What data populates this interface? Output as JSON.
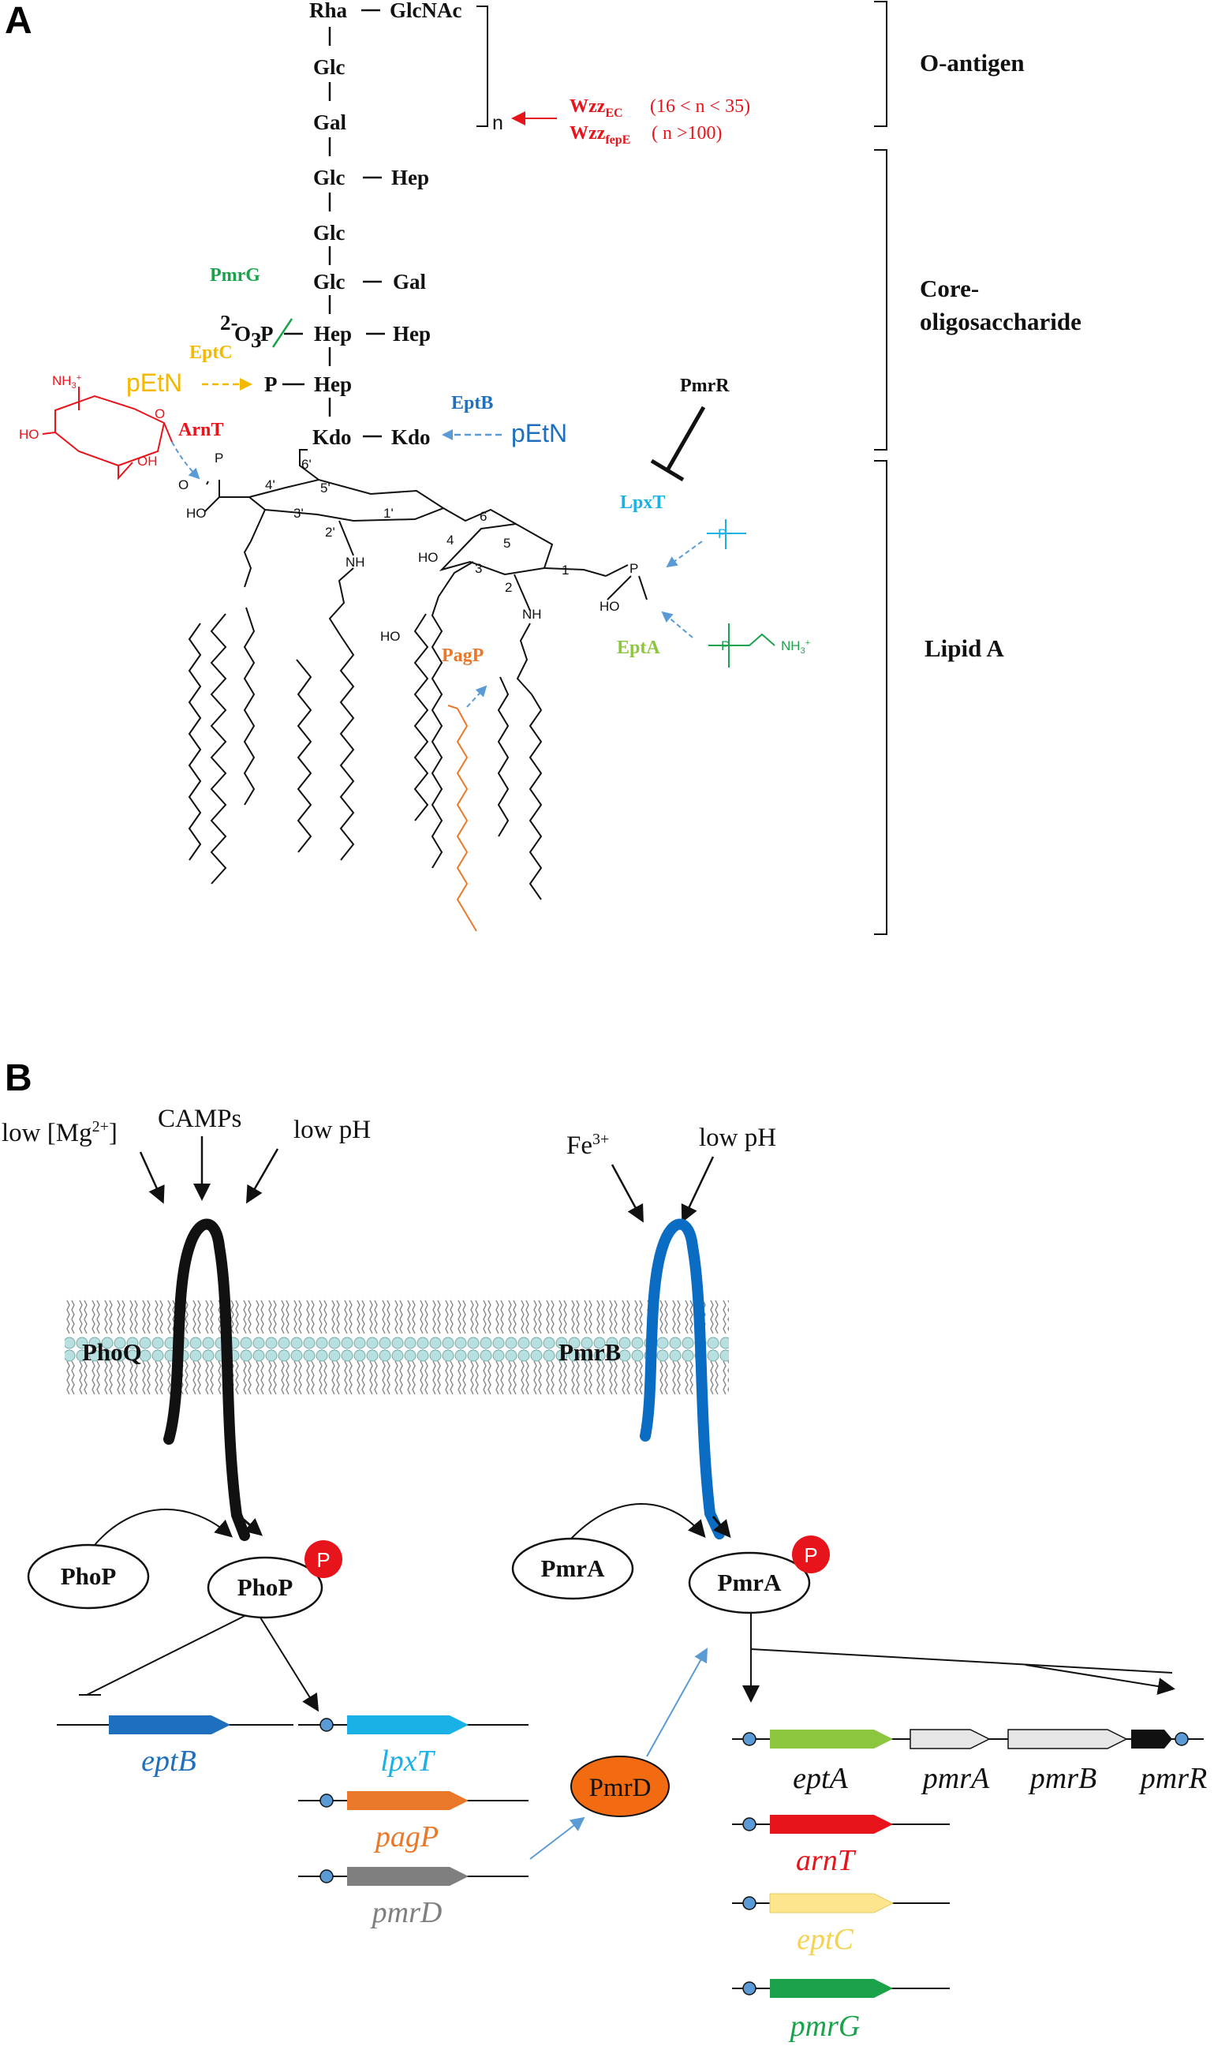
{
  "panel_a": {
    "letter": "A",
    "sugars": {
      "rha": "Rha",
      "glcnac": "GlcNAc",
      "glc1": "Glc",
      "gal1": "Gal",
      "glc2": "Glc",
      "hep1": "Hep",
      "glc3": "Glc",
      "glc4": "Glc",
      "gal2": "Gal",
      "hep2": "Hep",
      "hep3": "Hep",
      "hep4": "Hep",
      "kdo1": "Kdo",
      "kdo2": "Kdo",
      "n": "n",
      "phosphate": "P",
      "o3p": "O",
      "o3p_sub": "3",
      "o3p_p": "P",
      "o3p_charge": "2-"
    },
    "wzz": {
      "line1_main": "Wzz",
      "line1_sub": "EC",
      "line1_range": "(16 < n < 35)",
      "line2_main": "Wzz",
      "line2_sub": "fepE",
      "line2_range": "( n >100)"
    },
    "regions": {
      "oantigen": "O-antigen",
      "core_line1": "Core-",
      "core_line2": "oligosaccharide",
      "lipida": "Lipid A"
    },
    "enzymes": {
      "pmrg": "PmrG",
      "eptc": "EptC",
      "arnt": "ArnT",
      "eptb": "EptB",
      "pmrr": "PmrR",
      "lpxt": "LpxT",
      "epta": "EptA",
      "pagp": "PagP",
      "petn_left": "pEtN",
      "petn_right": "pEtN"
    },
    "chem_labels": {
      "nh3": "NH",
      "nh3_sub": "3",
      "nh3_sup": "+",
      "ho": "HO",
      "oh": "OH",
      "o": "O",
      "p": "P",
      "o_minus": "O",
      "minus": "-",
      "nh": "NH",
      "nh3_amine": "NH",
      "nh3_amine_sub": "3",
      "nh3_amine_sup": "+",
      "pos6p": "6'",
      "pos4p": "4'",
      "pos5p": "5'",
      "pos3p": "3'",
      "pos2p": "2'",
      "pos1p": "1'",
      "pos6": "6",
      "pos4": "4",
      "pos5": "5",
      "pos3": "3",
      "pos2": "2",
      "pos1": "1"
    }
  },
  "panel_b": {
    "letter": "B",
    "stimuli": {
      "low_mg_pre": "low [Mg",
      "low_mg_sup": "2+",
      "low_mg_post": "]",
      "camps": "CAMPs",
      "low_ph_1": "low pH",
      "fe": "Fe",
      "fe_sup": "3+",
      "low_ph_2": "low pH"
    },
    "proteins": {
      "phoq": "PhoQ",
      "pmrb": "PmrB",
      "phop": "PhoP",
      "phop_p": "PhoP",
      "pmra": "PmrA",
      "pmra_p": "PmrA",
      "pmrd": "PmrD",
      "phospho": "P"
    },
    "genes": {
      "eptb": "eptB",
      "lpxt": "lpxT",
      "pagp": "pagP",
      "pmrd": "pmrD",
      "epta": "eptA",
      "pmra": "pmrA",
      "pmrb": "pmrB",
      "pmrr": "pmrR",
      "arnt": "arnT",
      "eptc": "eptC",
      "pmrg": "pmrG"
    }
  },
  "colors": {
    "red": "#e8141b",
    "green_pmrg": "#1aa34a",
    "yellow": "#f5b800",
    "blue_eptb": "#1f6fbf",
    "cyan_lpxt": "#1ab1e6",
    "green_epta": "#8cc63e",
    "orange": "#e9782a",
    "gray": "#7f7f7f",
    "pmrb_blue": "#0a6cc2",
    "eptc_pale": "#fde58d",
    "membrane_head": "#b9e0e0"
  }
}
